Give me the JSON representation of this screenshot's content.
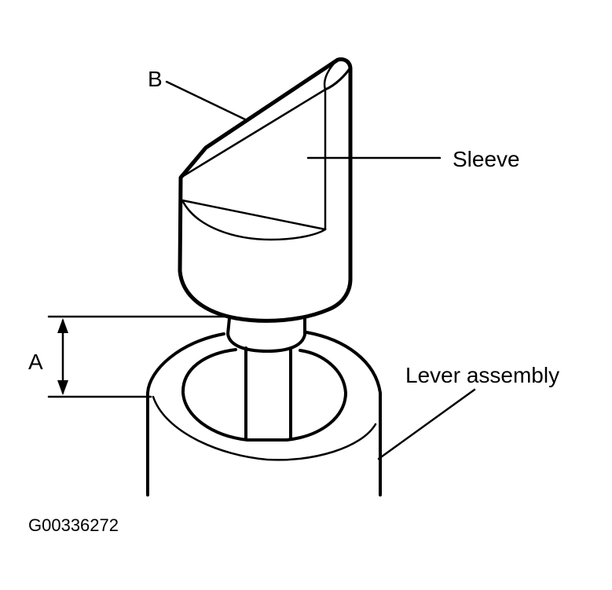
{
  "diagram": {
    "labels": {
      "b": "B",
      "sleeve": "Sleeve",
      "a": "A",
      "lever_assembly": "Lever assembly",
      "figure_id": "G00336272"
    },
    "colors": {
      "ink": "#000000",
      "background": "#ffffff"
    }
  }
}
